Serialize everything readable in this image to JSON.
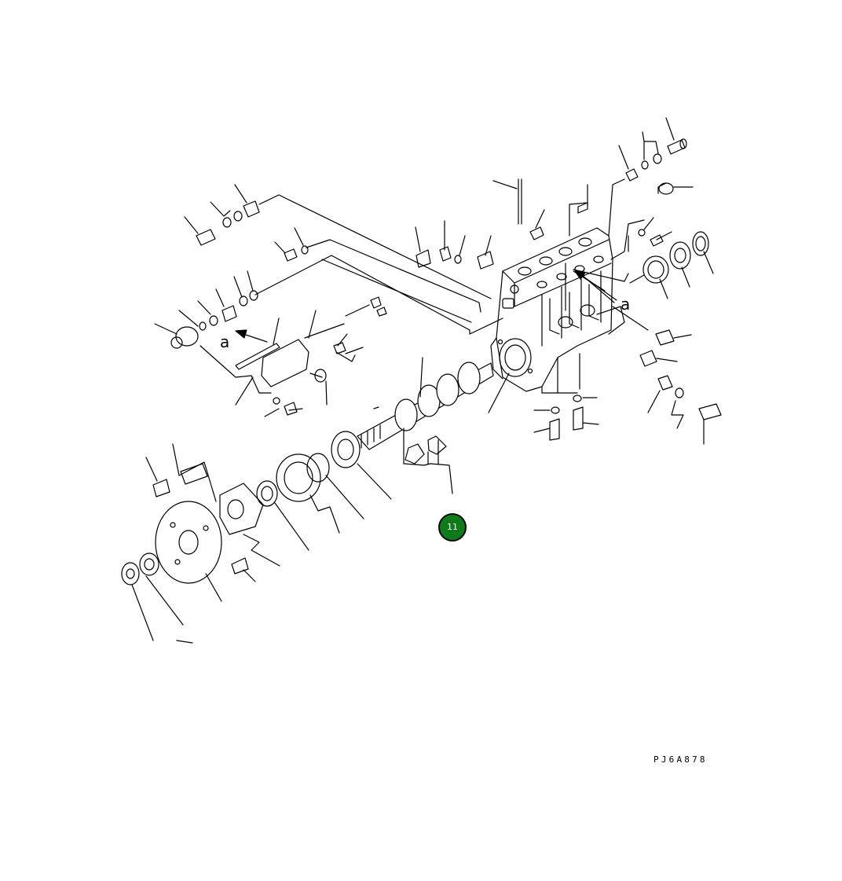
{
  "diagram": {
    "view_label_left": "a",
    "view_label_right": "a",
    "callout_number": "11",
    "drawing_code": "PJ6A878",
    "callout_color": "#0f7a1a"
  }
}
